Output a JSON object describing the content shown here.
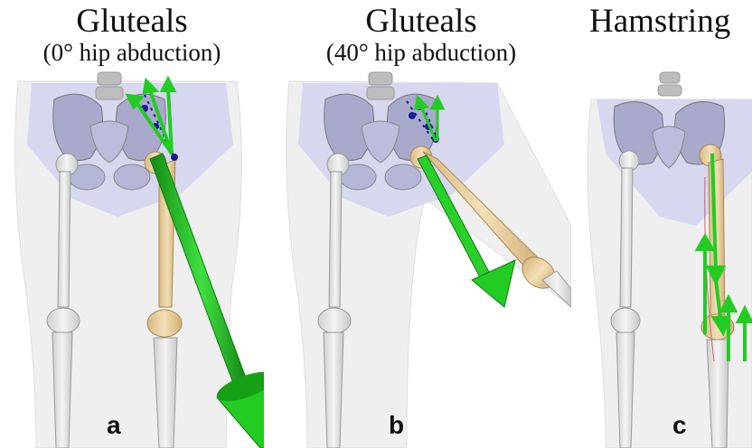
{
  "panels": [
    {
      "title": "Gluteals",
      "subtitle": "(0° hip abduction)",
      "letter": "a"
    },
    {
      "title": "Gluteals",
      "subtitle": "(40° hip abduction)",
      "letter": "b"
    },
    {
      "title": "Hamstring",
      "subtitle": "",
      "letter": "c"
    }
  ],
  "colors": {
    "force_arrow": "#22cc22",
    "force_arrow_dark": "#119911",
    "pelvis": "#b9b9dd",
    "pelvis_overlay": "#c8c8ee",
    "femur_highlight": "#e8cfa0",
    "bone": "#e2e2e2",
    "muscle_dot": "#1a1a99"
  },
  "icons": [
    "pelvis-bone-icon",
    "femur-bone-icon",
    "tibia-bone-icon",
    "patella-icon",
    "force-vector-arrow-icon"
  ]
}
